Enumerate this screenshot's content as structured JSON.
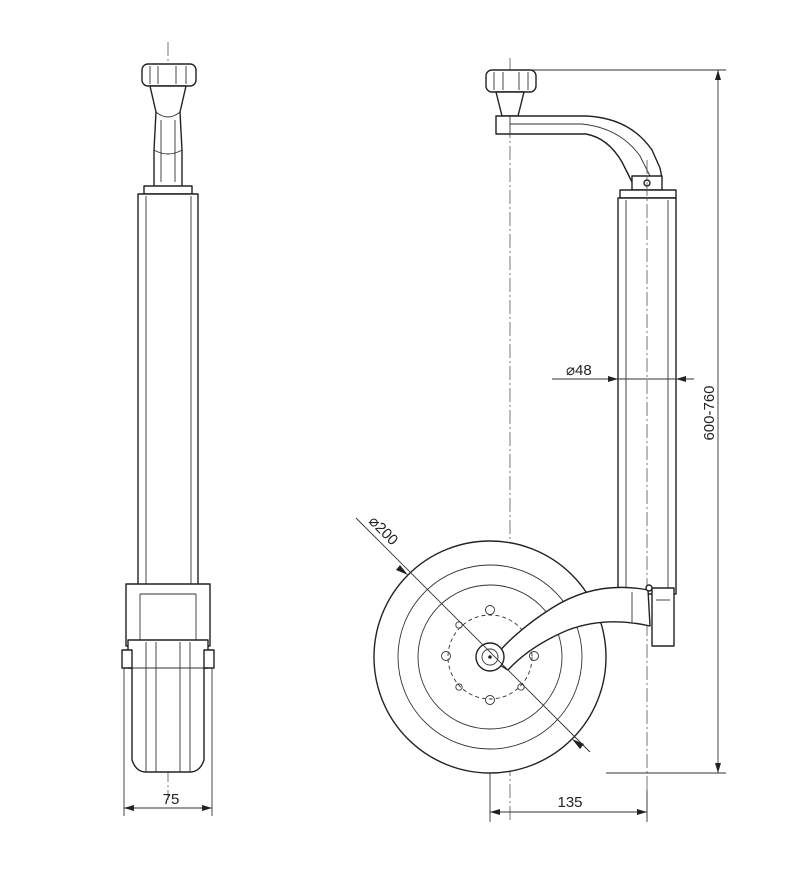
{
  "dimensions": {
    "width_label": "75",
    "offset_label": "135",
    "height_label": "600-760",
    "tube_diameter_label": "48",
    "wheel_diameter_label": "200",
    "diameter_symbol": "⌀"
  }
}
